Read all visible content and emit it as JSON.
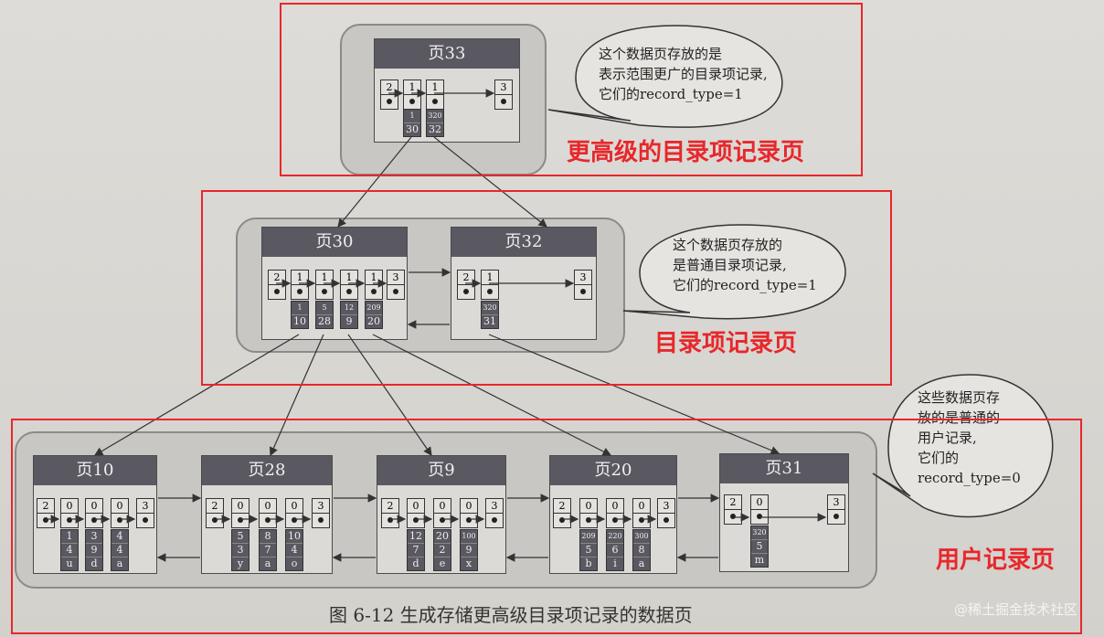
{
  "pages": {
    "p33": {
      "title": "页33"
    },
    "p30": {
      "title": "页30"
    },
    "p32": {
      "title": "页32"
    },
    "p10": {
      "title": "页10"
    },
    "p28": {
      "title": "页28"
    },
    "p9": {
      "title": "页9"
    },
    "p20": {
      "title": "页20"
    },
    "p31": {
      "title": "页31"
    }
  },
  "records": {
    "p33": {
      "infimum": "2",
      "r1": "1",
      "r2": "1",
      "supremum": "3",
      "r1_min": "1",
      "r1_page": "30",
      "r2_min": "320",
      "r2_page": "32"
    },
    "p30": {
      "infimum": "2",
      "r1": "1",
      "r2": "1",
      "r3": "1",
      "r4": "1",
      "supremum": "3",
      "r1_min": "1",
      "r1_page": "10",
      "r2_min": "5",
      "r2_page": "28",
      "r3_min": "12",
      "r3_page": "9",
      "r4_min": "209",
      "r4_page": "20"
    },
    "p32": {
      "infimum": "2",
      "r1": "1",
      "supremum": "3",
      "r1_min": "320",
      "r1_page": "31"
    },
    "p10": {
      "infimum": "2",
      "r1": "0",
      "r2": "0",
      "r3": "0",
      "supremum": "3",
      "c1": [
        "1",
        "4",
        "u"
      ],
      "c2": [
        "3",
        "9",
        "d"
      ],
      "c3": [
        "4",
        "4",
        "a"
      ]
    },
    "p28": {
      "infimum": "2",
      "r1": "0",
      "r2": "0",
      "r3": "0",
      "supremum": "3",
      "c1": [
        "5",
        "3",
        "y"
      ],
      "c2": [
        "8",
        "7",
        "a"
      ],
      "c3": [
        "10",
        "4",
        "o"
      ]
    },
    "p9": {
      "infimum": "2",
      "r1": "0",
      "r2": "0",
      "r3": "0",
      "supremum": "3",
      "c1": [
        "12",
        "7",
        "d"
      ],
      "c2": [
        "20",
        "2",
        "e"
      ],
      "c3": [
        "100",
        "9",
        "x"
      ]
    },
    "p20": {
      "infimum": "2",
      "r1": "0",
      "r2": "0",
      "r3": "0",
      "supremum": "3",
      "c1": [
        "209",
        "5",
        "b"
      ],
      "c2": [
        "220",
        "6",
        "i"
      ],
      "c3": [
        "300",
        "8",
        "a"
      ]
    },
    "p31": {
      "infimum": "2",
      "r1": "0",
      "supremum": "3",
      "c1": [
        "320",
        "5",
        "m"
      ]
    }
  },
  "labels": {
    "top": "更高级的目录项记录页",
    "middle": "目录项记录页",
    "bottom": "用户记录页"
  },
  "bubbles": {
    "top": [
      "这个数据页存放的是",
      "表示范围更广的目录项记录,",
      "它们的record_type=1"
    ],
    "middle": [
      "这个数据页存放的",
      "是普通目录项记录,",
      "它们的record_type=1"
    ],
    "bottom": [
      "这些数据页存",
      "放的是普通的",
      "用户记录,",
      "它们的",
      "record_type=0"
    ]
  },
  "caption": "图 6-12    生成存储更高级目录项记录的数据页",
  "watermark": "@稀土掘金技术社区",
  "colors": {
    "accent": "#e8272b",
    "page_header": "#5a5860"
  }
}
